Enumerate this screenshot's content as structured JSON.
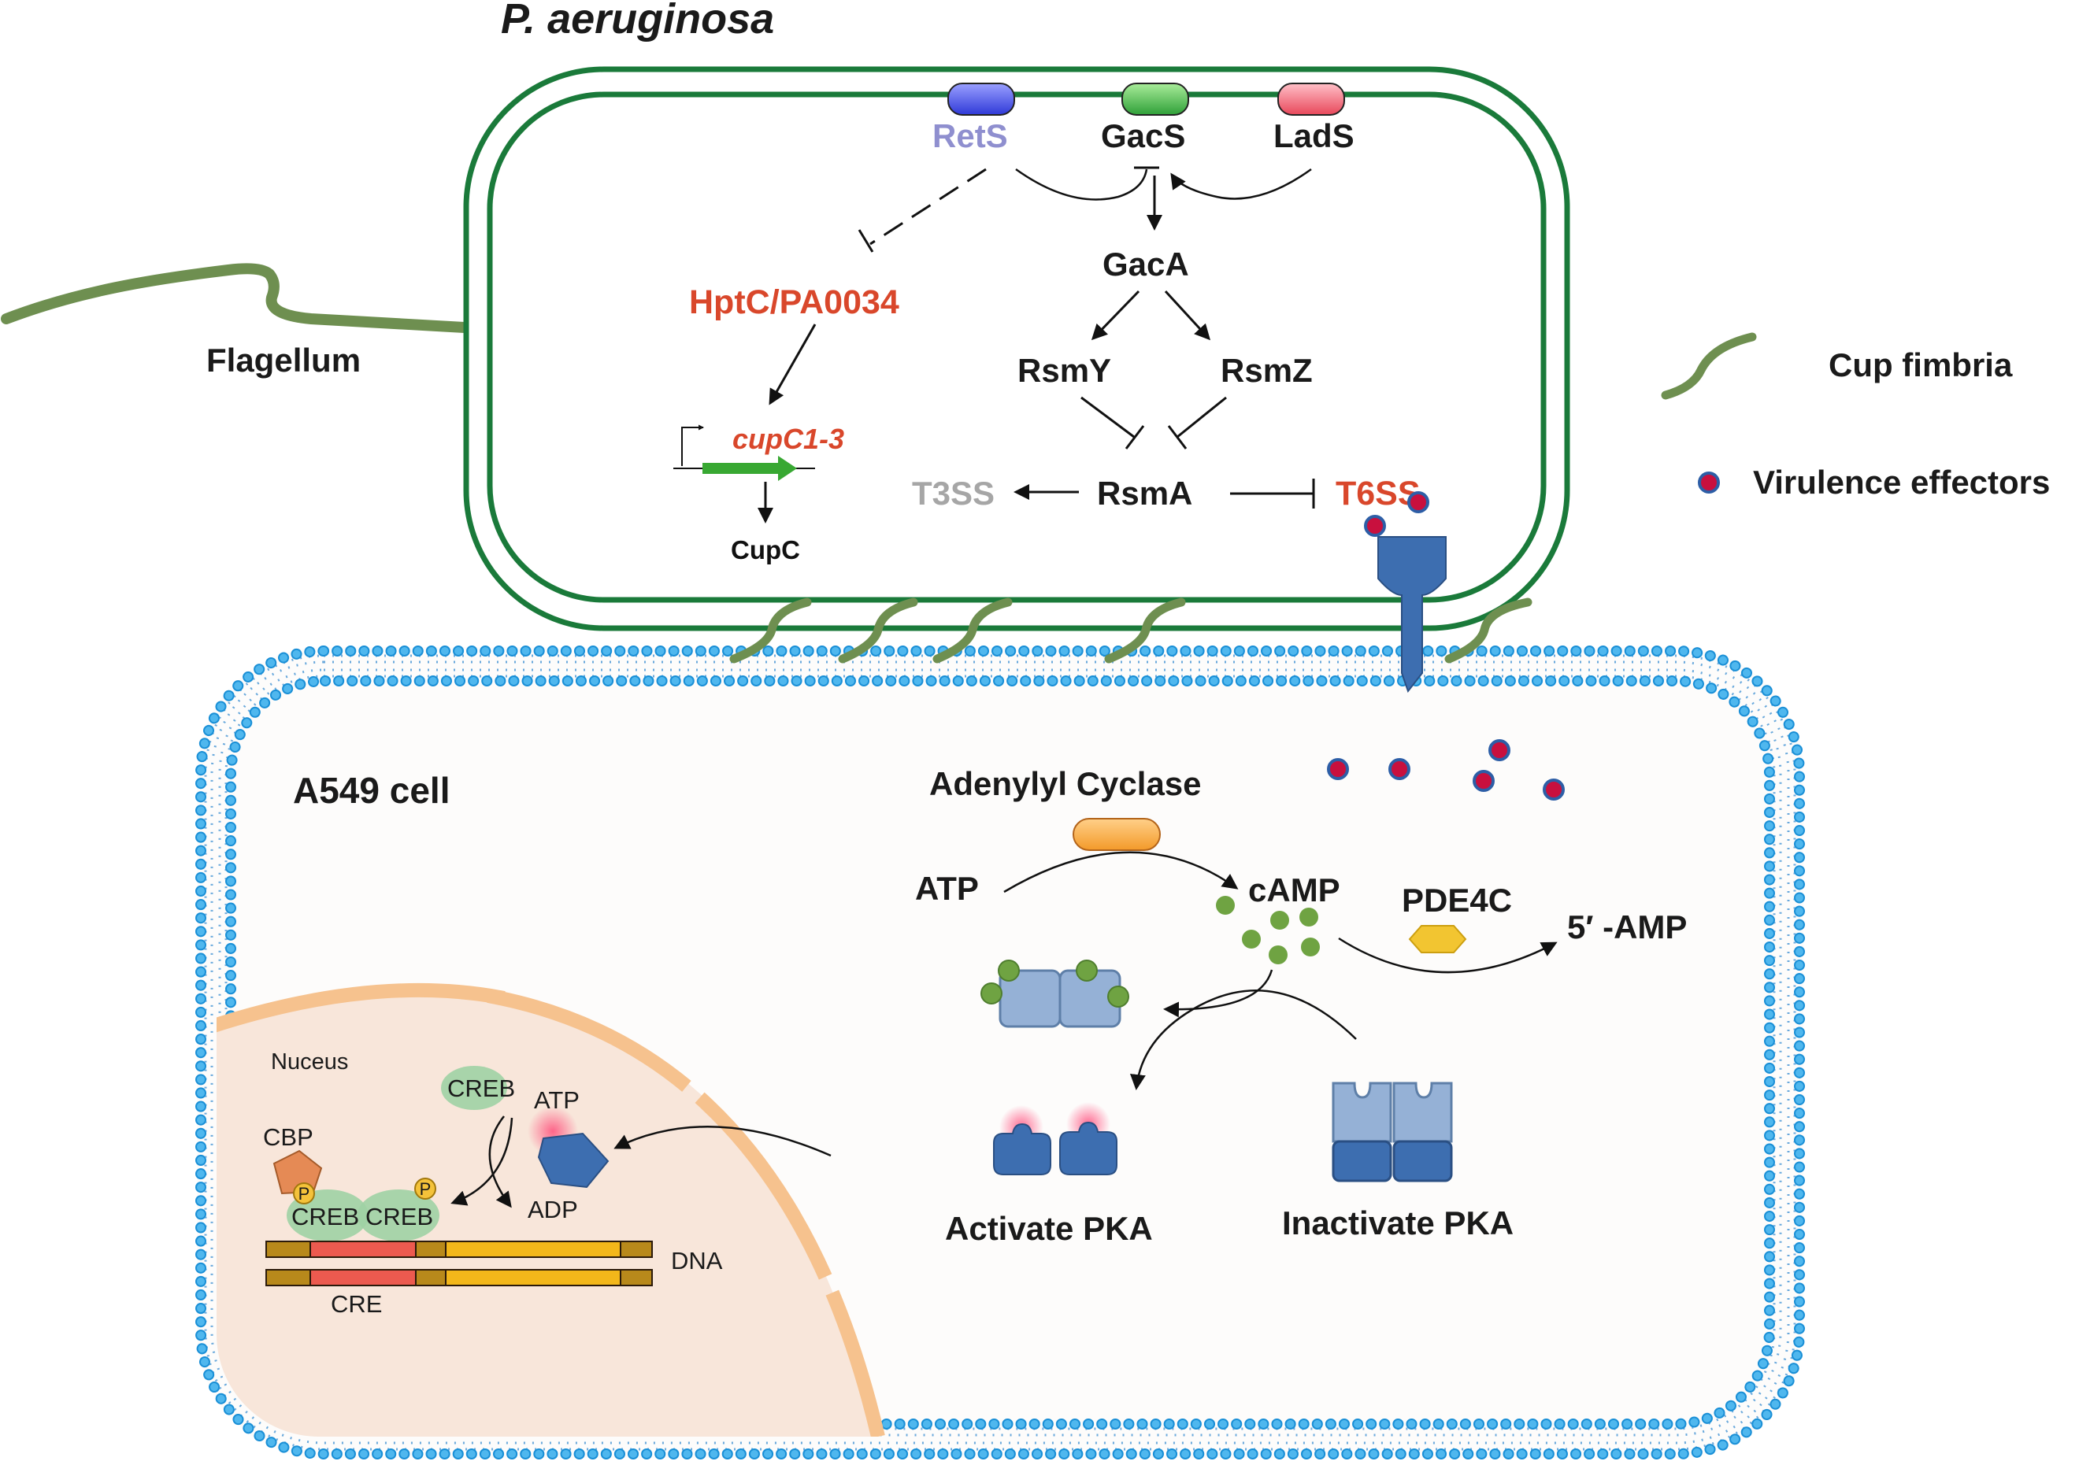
{
  "bacterium": {
    "title": "P. aeruginosa",
    "sensors": {
      "rets": "RetS",
      "gacs": "GacS",
      "lads": "LadS"
    },
    "gaca": "GacA",
    "rsmy": "RsmY",
    "rsmz": "RsmZ",
    "rsma": "RsmA",
    "t3ss": "T3SS",
    "t6ss": "T6SS",
    "hptc": "HptC/PA0034",
    "gene": "cupC1-3",
    "product": "CupC",
    "flagellum": "Flagellum"
  },
  "legend": {
    "cup_fimbria": "Cup fimbria",
    "virulence_effectors": "Virulence effectors"
  },
  "host": {
    "title": "A549 cell",
    "adenylyl_cyclase": "Adenylyl Cyclase",
    "atp": "ATP",
    "camp": "cAMP",
    "pde4c": "PDE4C",
    "amp": "5′ -AMP",
    "activate_pka": "Activate PKA",
    "inactivate_pka": "Inactivate PKA"
  },
  "nucleus": {
    "label": "Nuceus",
    "creb_free": "CREB",
    "cbp": "CBP",
    "phospho": "P",
    "creb_a": "CREB",
    "creb_b": "CREB",
    "atp": "ATP",
    "adp": "ADP",
    "dna": "DNA",
    "cre": "CRE"
  },
  "colors": {
    "bacterial_membrane": "#1a7a3a",
    "fimbria": "#6e8f50",
    "host_membrane_bead": "#2f9ad8",
    "nucleus_fill": "#f8e6da",
    "nucleus_envelope": "#f6c28e",
    "pka": "#3d6eb0",
    "camp": "#6fa342",
    "effector": "#c8103e",
    "rets": "#4b55e8",
    "gacs": "#48b84a",
    "lads": "#ef6a7a",
    "red_label": "#d9472b"
  }
}
